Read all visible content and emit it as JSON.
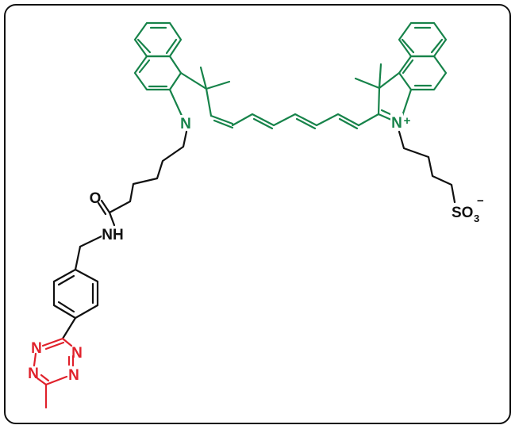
{
  "colors": {
    "dye_core": "#17834a",
    "tetrazine": "#e0212b",
    "linker": "#111111",
    "frame": "#111111",
    "background": "#ffffff"
  },
  "labels": {
    "n_left": "N",
    "n_right": "N",
    "n_right_charge": "+",
    "amide_o": "O",
    "amide_nh": "NH",
    "sulfonate_s": "SO",
    "sulfonate_sub": "3",
    "sulfonate_charge": "−",
    "tz_n1": "N",
    "tz_n2": "N",
    "tz_n3": "N",
    "tz_n4": "N"
  }
}
